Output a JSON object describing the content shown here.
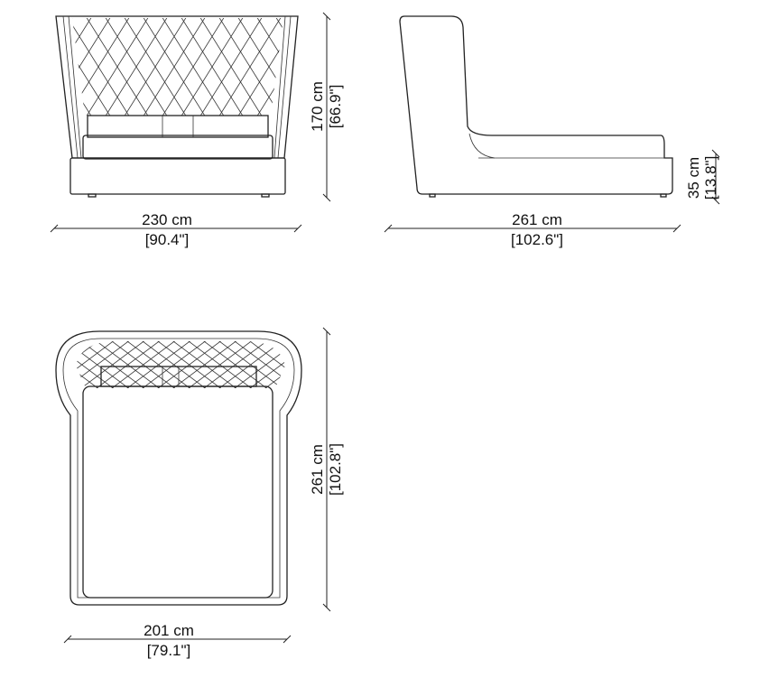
{
  "front_view": {
    "width_cm": "230 cm",
    "width_in": "[90.4\"]",
    "height_cm": "170 cm",
    "height_in": "[66.9\"]"
  },
  "side_view": {
    "length_cm": "261 cm",
    "length_in": "[102.6\"]",
    "seat_height_cm": "35 cm",
    "seat_height_in": "[13.8\"]"
  },
  "top_view": {
    "width_cm": "201 cm",
    "width_in": "[79.1\"]",
    "length_cm": "261 cm",
    "length_in": "[102.8\"]"
  }
}
